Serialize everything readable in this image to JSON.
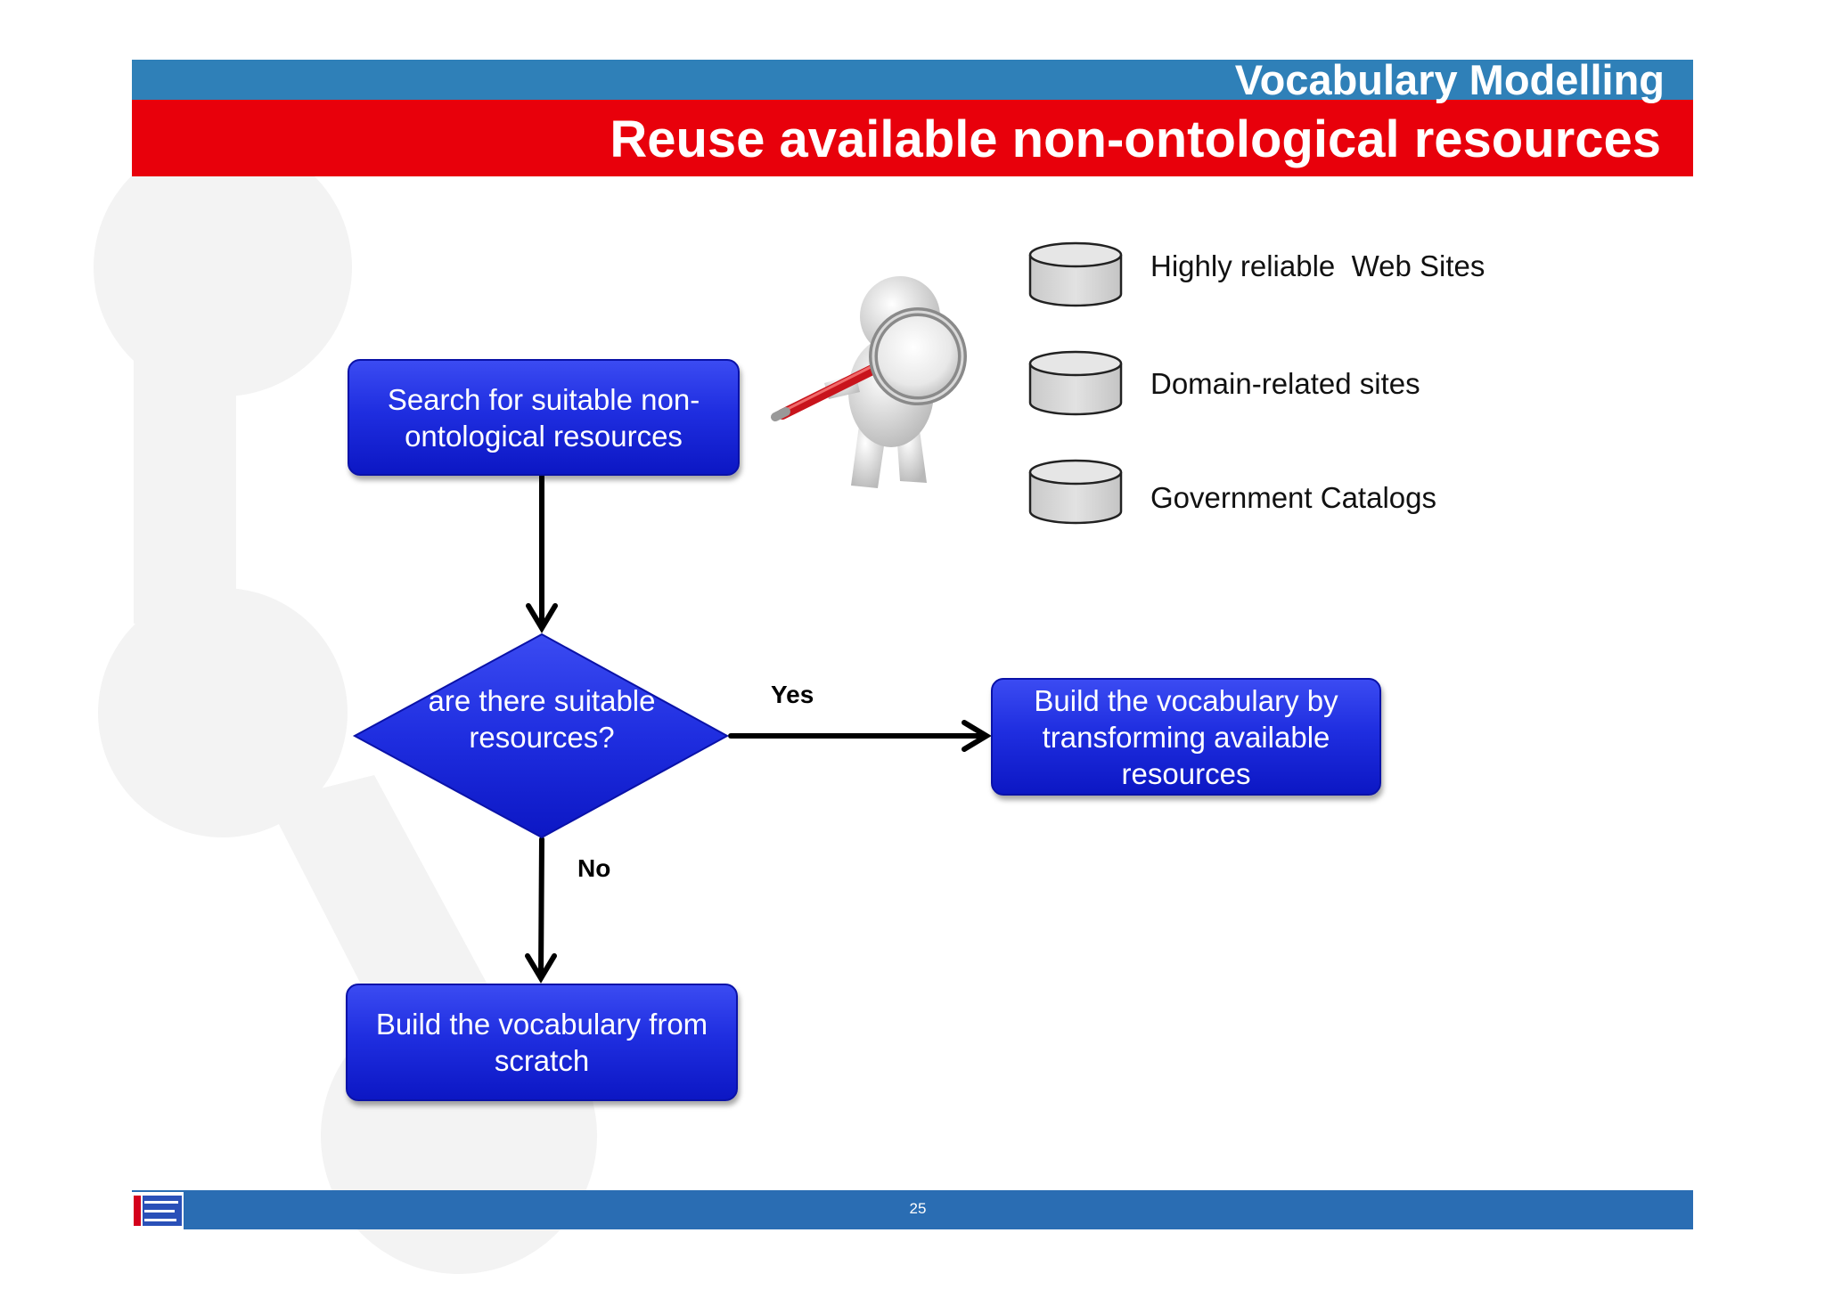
{
  "header": {
    "subtitle": "Vocabulary Modelling",
    "title": "Reuse available non-ontological resources"
  },
  "flowchart": {
    "start": {
      "label": "Search for suitable non-ontological resources"
    },
    "decision": {
      "label": "are there suitable resources?"
    },
    "yes_branch": {
      "edge_label": "Yes",
      "label": "Build the vocabulary by transforming available resources"
    },
    "no_branch": {
      "edge_label": "No",
      "label": "Build the vocabulary from scratch"
    }
  },
  "sources": [
    {
      "label": "Highly reliable  Web Sites",
      "icon": "database-icon"
    },
    {
      "label": "Domain-related sites",
      "icon": "database-icon"
    },
    {
      "label": "Government Catalogs",
      "icon": "database-icon"
    }
  ],
  "illustration": {
    "icon": "magnifying-glass-person-icon"
  },
  "footer": {
    "page_number": "25"
  },
  "colors": {
    "header_blue": "#2f80b8",
    "header_red": "#e8000b",
    "box_blue": "#1f2ee0",
    "footer_blue": "#2a6db3"
  }
}
